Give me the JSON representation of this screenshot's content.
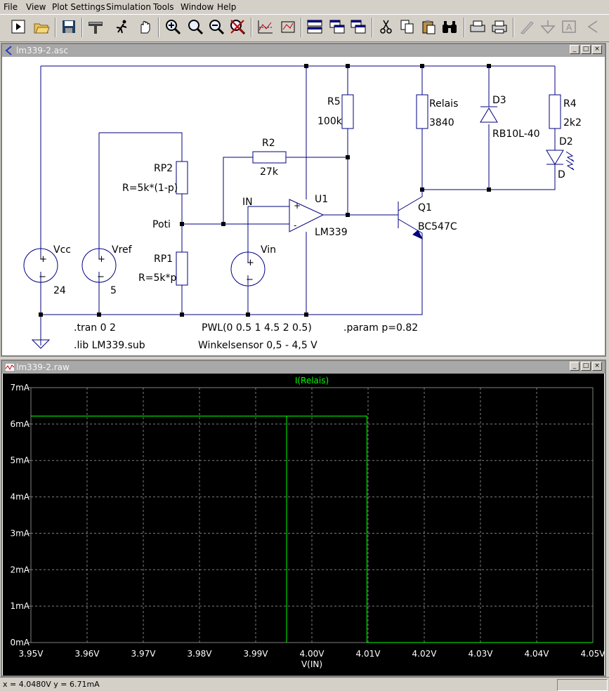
{
  "menu": [
    "File",
    "View",
    "Plot Settings",
    "Simulation",
    "Tools",
    "Window",
    "Help"
  ],
  "toolbar": [
    "run-icon",
    "open-icon",
    "save-icon",
    "control-panel-icon",
    "run-simulation-icon",
    "pan-icon",
    "zoom-in-icon",
    "zoom-area-icon",
    "zoom-out-icon",
    "zoom-cancel-icon",
    "autorange-icon",
    "fit-icon",
    "tile-horizontal-icon",
    "cascade-icon",
    "tile-vertical-icon",
    "cut-icon",
    "copy-icon",
    "paste-icon",
    "find-icon",
    "print-setup-icon",
    "print-icon",
    "draw-wire-icon",
    "ground-icon",
    "label-icon",
    "arrow-icon"
  ],
  "schematic": {
    "title": "lm339-2.asc",
    "components": {
      "vcc_name": "Vcc",
      "vcc_value": "24",
      "vref_name": "Vref",
      "vref_value": "5",
      "vin_name": "Vin",
      "rp2_name": "RP2",
      "rp2_value": "R=5k*(1-p)",
      "rp1_name": "RP1",
      "rp1_value": "R=5k*p",
      "poti_label": "Poti",
      "r2_name": "R2",
      "r2_value": "27k",
      "r5_name": "R5",
      "r5_value": "100k",
      "in_label": "IN",
      "u1_name": "U1",
      "u1_value": "LM339",
      "q1_name": "Q1",
      "q1_value": "BC547C",
      "relais_name": "Relais",
      "relais_value": "3840",
      "d3_name": "D3",
      "d3_value": "RB10L-40",
      "r4_name": "R4",
      "r4_value": "2k2",
      "d2_name": "D2",
      "d2_value": "D",
      "opamp_plus": "+",
      "opamp_minus": "-",
      "src_plus": "+",
      "src_minus": "−"
    },
    "directives": {
      "tran": ".tran 0 2",
      "lib": ".lib LM339.sub",
      "pwl": "PWL(0 0.5 1 4.5 2 0.5)",
      "sensor": "Winkelsensor 0,5 - 4,5 V",
      "param": ".param p=0.82"
    }
  },
  "waveform": {
    "title": "lm339-2.raw",
    "trace_color": "#00ff00",
    "grid_color": "#808080"
  },
  "chart_data": {
    "type": "line",
    "title": "I(Relais)",
    "xlabel": "V(IN)",
    "ylabel": "",
    "xlim": [
      3.95,
      4.05
    ],
    "ylim": [
      0,
      7
    ],
    "x_ticks": [
      "3.95V",
      "3.96V",
      "3.97V",
      "3.98V",
      "3.99V",
      "4.00V",
      "4.01V",
      "4.02V",
      "4.03V",
      "4.04V",
      "4.05V"
    ],
    "y_ticks": [
      "0mA",
      "1mA",
      "2mA",
      "3mA",
      "4mA",
      "5mA",
      "6mA",
      "7mA"
    ],
    "grid": true,
    "series": [
      {
        "name": "I(Relais)",
        "color": "#00ff00",
        "segments": [
          {
            "x": [
              3.95,
              3.9955,
              3.9955
            ],
            "y": [
              6.22,
              6.22,
              0
            ]
          },
          {
            "x": [
              3.9955,
              4.0098,
              4.0098,
              4.05
            ],
            "y": [
              6.22,
              6.22,
              0,
              0
            ]
          }
        ]
      }
    ]
  },
  "status": {
    "cursor": "x = 4.0480V    y = 6.71mA"
  }
}
